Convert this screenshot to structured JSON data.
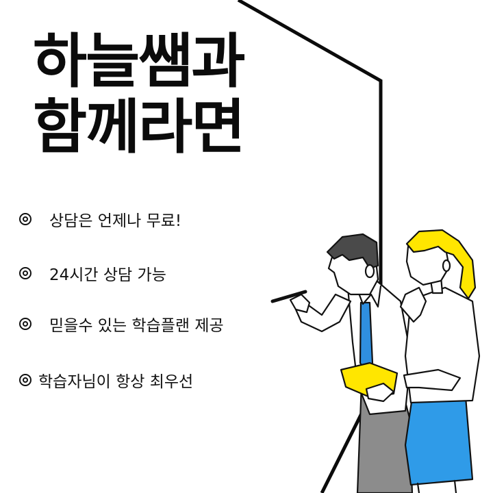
{
  "title": {
    "line1": "하늘쌤과",
    "line2": "함께라면"
  },
  "bullets": [
    {
      "text": "상담은 언제나 무료!"
    },
    {
      "text": "24시간 상담 가능"
    },
    {
      "text": "믿을수 있는 학습플랜 제공"
    },
    {
      "text": "학습자님이 항상 최우선"
    }
  ],
  "colors": {
    "background": "#ffffff",
    "text": "#111111",
    "tie_blue": "#2f8fe0",
    "skirt_blue": "#2f9be8",
    "hair_yellow": "#ffe600",
    "folder_yellow": "#ffe600",
    "pants_grey": "#8c8c8c",
    "hair_dark": "#4a4a4a"
  },
  "illustration": {
    "subject": "two-people-pointing-at-board"
  }
}
